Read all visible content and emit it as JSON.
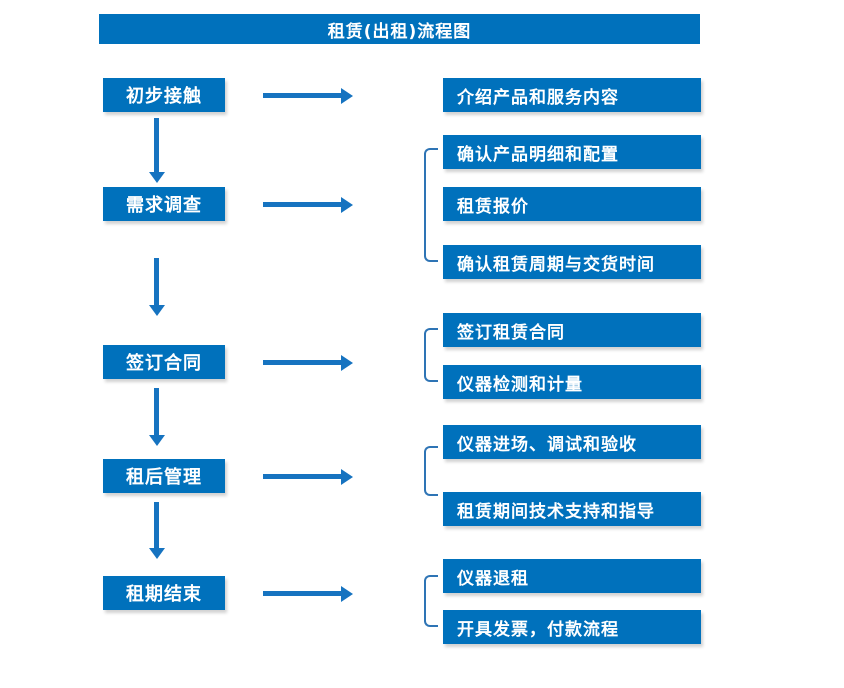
{
  "title": "租赁(出租)流程图",
  "colors": {
    "primary": "#0071BC",
    "arrow": "#1673C0",
    "bracket": "#2E74B5",
    "text_on_primary": "#FFFFFF",
    "background": "#FFFFFF"
  },
  "stages": [
    {
      "label": "初步接触",
      "outputs": [
        "介绍产品和服务内容"
      ]
    },
    {
      "label": "需求调查",
      "outputs": [
        "确认产品明细和配置",
        "租赁报价",
        "确认租赁周期与交货时间"
      ]
    },
    {
      "label": "签订合同",
      "outputs": [
        "签订租赁合同",
        "仪器检测和计量"
      ]
    },
    {
      "label": "租后管理",
      "outputs": [
        "仪器进场、调试和验收",
        "租赁期间技术支持和指导"
      ]
    },
    {
      "label": "租期结束",
      "outputs": [
        "仪器退租",
        "开具发票，付款流程"
      ]
    }
  ]
}
